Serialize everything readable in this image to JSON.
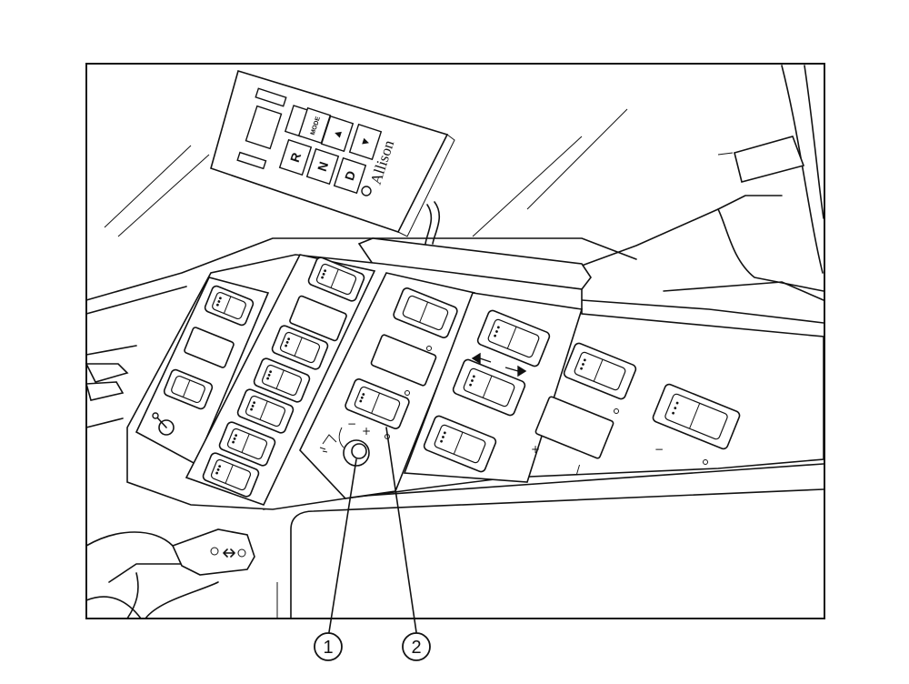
{
  "shifter": {
    "brand": "Allison",
    "keys": {
      "mode": "MODE",
      "up": "▲",
      "down": "▼",
      "reverse": "R",
      "neutral": "N",
      "drive": "D"
    }
  },
  "callouts": [
    {
      "number": "1"
    },
    {
      "number": "2"
    }
  ],
  "panel_marks": {
    "plus_left": "+",
    "minus_left": "−",
    "plus_right": "+",
    "slash": "/",
    "minus_right": "−"
  },
  "icons": [
    "toggle-switch-icon",
    "dimmer-knob-icon",
    "differential-lock-icon",
    "arrow-left-icon",
    "arrow-right-icon"
  ]
}
